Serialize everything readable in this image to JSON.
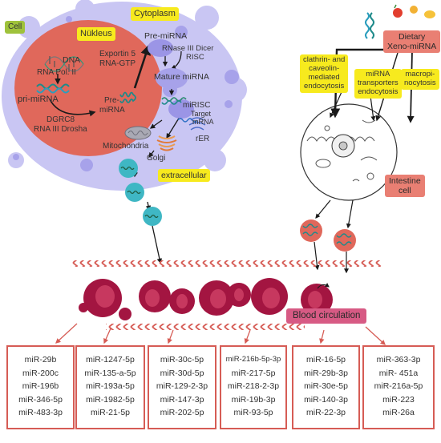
{
  "labels": {
    "cell": "Cell",
    "nucleus": "Nükleus",
    "cytoplasm": "Cytoplasm",
    "dna": "DNA",
    "rna_pol": "RNA Pol. II",
    "pri_mirna": "pri-miRNA",
    "dgcr8": "DGRC8",
    "drosha": "RNA III Drosha",
    "pre_mirna_nuc_1": "Pre-",
    "pre_mirna_nuc_2": "miRNA",
    "exportin_1": "Exportin 5",
    "exportin_2": "RNA-GTP",
    "pre_mirna_cyto": "Pre-miRNA",
    "dicer_1": "RNase III Dicer",
    "dicer_2": "RISC",
    "mature": "Mature miRNA",
    "mirisc": "miRISC",
    "target_1": "Target",
    "target_2": "mRNA",
    "rer": "rER",
    "mito": "Mitochondria",
    "golgi": "Golgi",
    "extracellular": "extracellular",
    "dietary_1": "Dietary",
    "dietary_2": "Xeno-miRNA",
    "clathrin_1": "clathrin- and",
    "clathrin_2": "caveolin-",
    "clathrin_3": "mediated",
    "clathrin_4": "endocytosis",
    "transporter_1": "miRNA",
    "transporter_2": "transporters",
    "transporter_3": "endocytosis",
    "macro_1": "macropi-",
    "macro_2": "nocytosis",
    "intestine_1": "Intestine",
    "intestine_2": "cell",
    "blood": "Blood circulation"
  },
  "mirna_groups": [
    [
      "miR-29b",
      "miR-200c",
      "miR-196b",
      "miR-346-5p",
      "miR-483-3p"
    ],
    [
      "miR-1247-5p",
      "miR-135-a-5p",
      "miR-193a-5p",
      "miR-1982-5p",
      "miR-21-5p"
    ],
    [
      "miR-30c-5p",
      "miR-30d-5p",
      "miR-129-2-3p",
      "miR-147-3p",
      "miR-202-5p"
    ],
    [
      "miR-216b-5p-3p",
      "miR-217-5p",
      "miR-218-2-3p",
      "miR-19b-3p",
      "miR-93-5p"
    ],
    [
      "miR-16-5p",
      "miR-29b-3p",
      "miR-30e-5p",
      "miR-140-3p",
      "miR-22-3p"
    ],
    [
      "miR-363-3p",
      "miR- 451a",
      "miR-216a-5p",
      "miR-223",
      "miR-26a"
    ]
  ],
  "colors": {
    "cell": "#c9c6f3",
    "nucleus": "#e0685b",
    "highlight": "#f7ea1e",
    "red_label": "#e97f73",
    "box_border": "#d65c55",
    "rbc": "#a31541",
    "teal": "#3fb7c4",
    "blood_label": "#d75a84"
  }
}
